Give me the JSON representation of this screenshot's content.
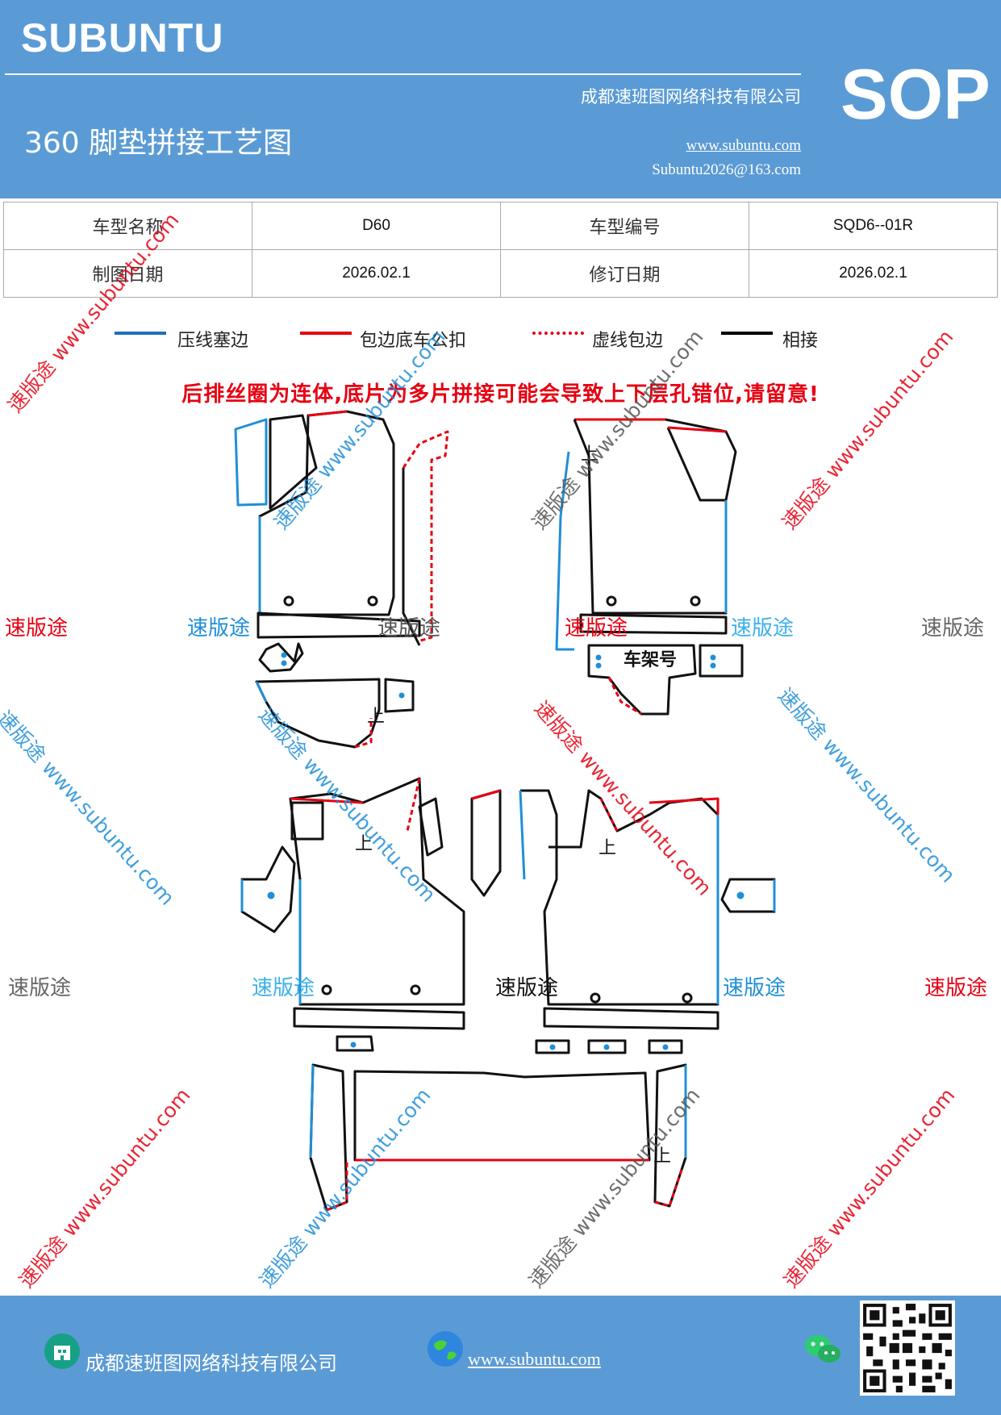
{
  "header": {
    "logo": "SUBUNTU",
    "company": "成都速班图网络科技有限公司",
    "title": "360 脚垫拼接工艺图",
    "website": "www.subuntu.com",
    "email": "Subuntu2026@163.com",
    "badge": "SOP"
  },
  "info_table": {
    "model_name_label": "车型名称",
    "model_name_value": "D60",
    "model_code_label": "车型编号",
    "model_code_value": "SQD6--01R",
    "draw_date_label": "制图日期",
    "draw_date_value": "2026.02.1",
    "revise_date_label": "修订日期",
    "revise_date_value": "2026.02.1"
  },
  "legend": [
    {
      "label": "压线塞边",
      "color": "#1f6fbf",
      "style": "solid"
    },
    {
      "label": "包边底车公扣",
      "color": "#e60012",
      "style": "solid"
    },
    {
      "label": "虚线包边",
      "color": "#e60012",
      "style": "dotted"
    },
    {
      "label": "相接",
      "color": "#000000",
      "style": "solid"
    }
  ],
  "warning": "后排丝圈为连体,底片为多片拼接可能会导致上下层孔错位,请留意!",
  "diagram": {
    "label_up": "上",
    "label_frame": "车架号"
  },
  "watermark": {
    "brand": "速版途",
    "diagonal": "速版途 www.subuntu.com"
  },
  "footer": {
    "company": "成都速班图网络科技有限公司",
    "website": "www.subuntu.com"
  },
  "colors": {
    "header_bg": "#5b9bd5",
    "blue_edge": "#1f8fd8",
    "red_edge": "#e60012",
    "black_edge": "#111111"
  }
}
